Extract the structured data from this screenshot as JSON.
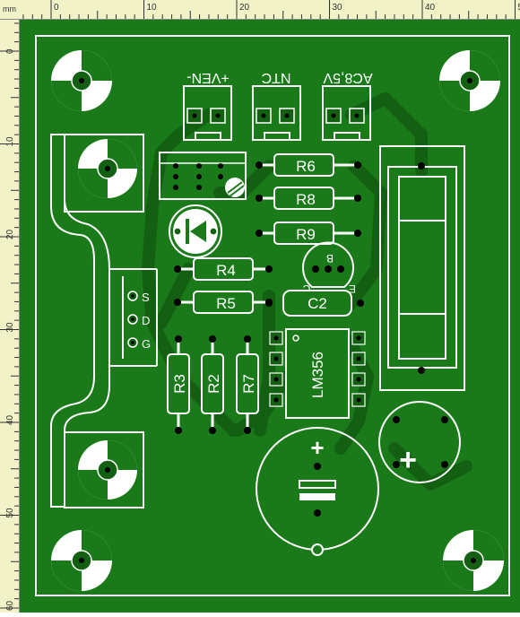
{
  "rulers": {
    "unit": "mm",
    "top_ticks": [
      "0",
      "10",
      "20",
      "30",
      "40",
      "50"
    ],
    "left_ticks": [
      "0",
      "10",
      "20",
      "30",
      "40",
      "50",
      "60"
    ]
  },
  "colors": {
    "board": "#1a7a1a",
    "board_dark": "#136013",
    "silk": "#ffffff",
    "ruler_bg": "#f2f2c8",
    "ruler_ink": "#333333",
    "hole": "#0b3d0b"
  },
  "connectors": {
    "ven": "+VEN-",
    "ntc": "NTC",
    "ac": "AC8,5V"
  },
  "resistors": {
    "r6": "R6",
    "r8": "R8",
    "r9": "R9",
    "r4": "R4",
    "r5": "R5",
    "r3": "R3",
    "r2": "R2",
    "r7": "R7"
  },
  "capacitor": {
    "c2": "C2"
  },
  "ic": {
    "label": "LM356"
  },
  "transistor": {
    "b": "B",
    "c": "C",
    "e": "E"
  },
  "mosfet": {
    "s": "S",
    "d": "D",
    "g": "G"
  },
  "polarity": {
    "plus": "+"
  }
}
